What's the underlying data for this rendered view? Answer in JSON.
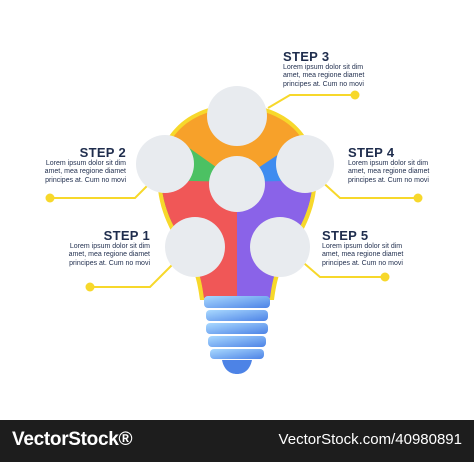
{
  "steps": [
    {
      "title": "STEP 1",
      "desc": "Lorem ipsum dolor sit dim\namet, mea regione diamet\nprincipes at. Cum no movi"
    },
    {
      "title": "STEP 2",
      "desc": "Lorem ipsum dolor sit dim\namet, mea regione diamet\nprincipes at. Cum no movi"
    },
    {
      "title": "STEP 3",
      "desc": "Lorem ipsum dolor sit dim\namet, mea regione diamet\nprincipes at. Cum no movi"
    },
    {
      "title": "STEP 4",
      "desc": "Lorem ipsum dolor sit dim\namet, mea regione diamet\nprincipes at. Cum no movi"
    },
    {
      "title": "STEP 5",
      "desc": "Lorem ipsum dolor sit dim\namet, mea regione diamet\nprincipes at. Cum no movi"
    }
  ],
  "colors": {
    "connector": "#f7d82b",
    "bulb_outline": "#f7d82b",
    "segment_red": "#f05757",
    "segment_orange": "#f7a12a",
    "segment_green": "#4cc163",
    "segment_blue": "#3f8cf0",
    "segment_purple": "#8a63e8",
    "circle_fill": "#e8ebef",
    "base_light": "#a9d9ff",
    "base_dark": "#4d83e6",
    "text": "#1f2d4d"
  },
  "footer": {
    "brand": "VectorStock®",
    "id": "VectorStock.com/40980891"
  }
}
